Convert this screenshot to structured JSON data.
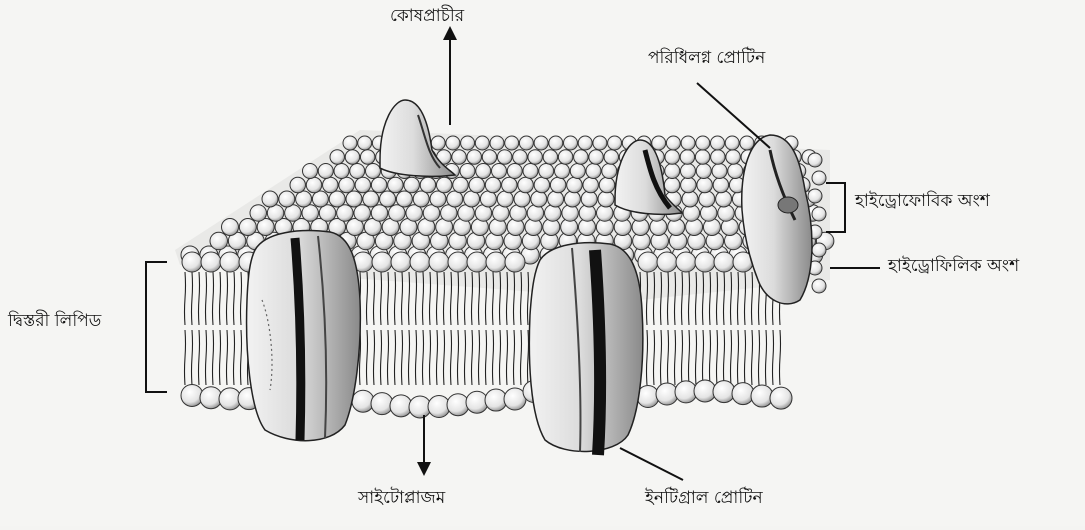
{
  "diagram": {
    "labels": {
      "cell_wall": "কোষপ্রাচীর",
      "peripheral_protein": "পরিধিলগ্ন প্রোটিন",
      "hydrophobic_part": "হাইড্রোফোবিক অংশ",
      "hydrophilic_part": "হাইড্রোফিলিক অংশ",
      "lipid_bilayer": "দ্বিস্তরী লিপিড",
      "cytoplasm": "সাইটোপ্লাজম",
      "integral_protein": "ইনটিগ্রাল প্রোটিন"
    }
  }
}
